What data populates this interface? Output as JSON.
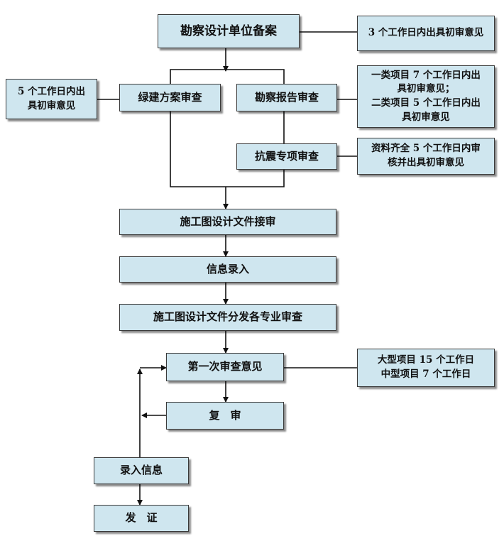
{
  "nodes": {
    "survey_filing": "勘察设计单位备案",
    "green_review": "绿建方案审查",
    "survey_report_review": "勘察报告审查",
    "seismic_review": "抗震专项审查",
    "drawing_acceptance": "施工图设计文件接审",
    "info_entry": "信息录入",
    "distribution_review": "施工图设计文件分发各专业审查",
    "first_opinion": "第一次审查意见",
    "re_review": "复　审",
    "record_info": "录入信息",
    "issue_cert": "发　证"
  },
  "notes": {
    "filing_note": "3 个工作日内出具初审意见",
    "green_note": "5 个工作日内出\n具初审意见",
    "report_note": "一类项目 7 个工作日内出\n具初审意见；\n二类项目 5 个工作日内出\n具初审意见",
    "seismic_note": "资料齐全 5 个工作日内审\n核并出具初审意见",
    "first_note": "大型项目 15 个工作日\n中型项目 7 个工作日"
  }
}
